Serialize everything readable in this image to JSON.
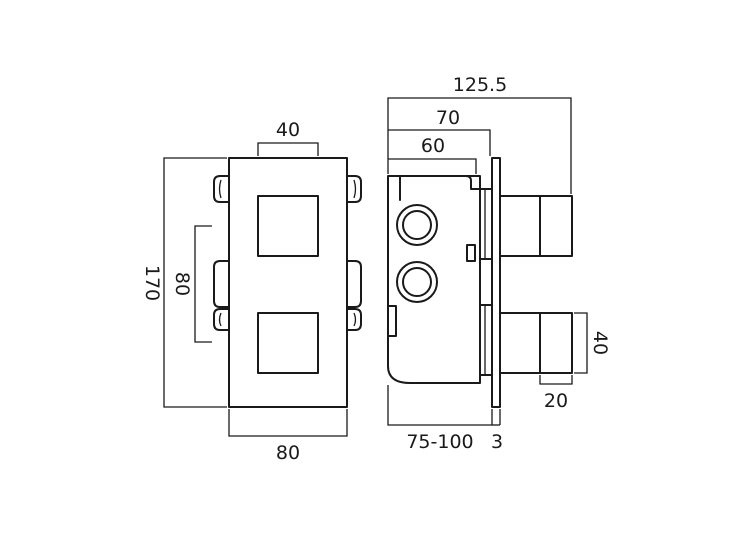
{
  "dimensions": {
    "front_top_width": "40",
    "front_bottom_width": "80",
    "front_height": "170",
    "front_spacing": "80",
    "side_overall": "125.5",
    "side_plate": "70",
    "side_body": "60",
    "side_depth": "75-100",
    "side_plate_thickness": "3",
    "knob_length": "20",
    "knob_height": "40"
  },
  "colors": {
    "line": "#1a1a1a",
    "background": "#ffffff"
  }
}
